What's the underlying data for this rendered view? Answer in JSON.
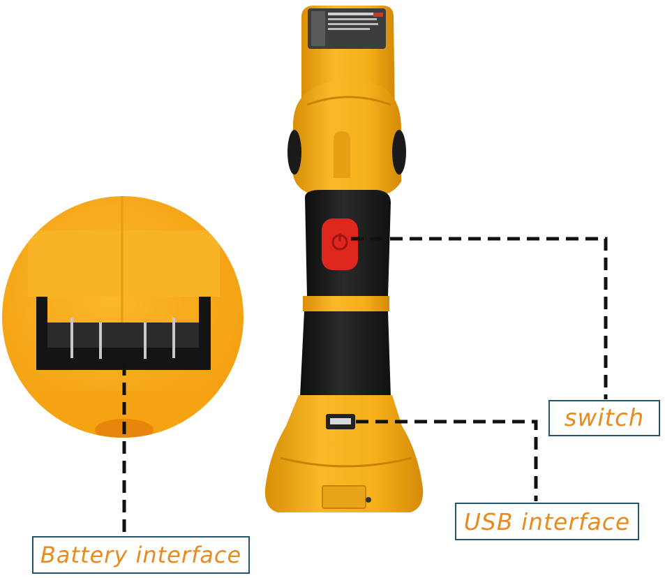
{
  "labels": {
    "switch": "switch",
    "usb": "USB interface",
    "battery": "Battery interface"
  },
  "colors": {
    "body_yellow": "#f6b01b",
    "body_shadow": "#d98f07",
    "grip_black": "#1b1b1b",
    "switch_red": "#e0271e",
    "label_text": "#e88a1e",
    "label_border": "#24546e",
    "leader_line": "#111111"
  }
}
